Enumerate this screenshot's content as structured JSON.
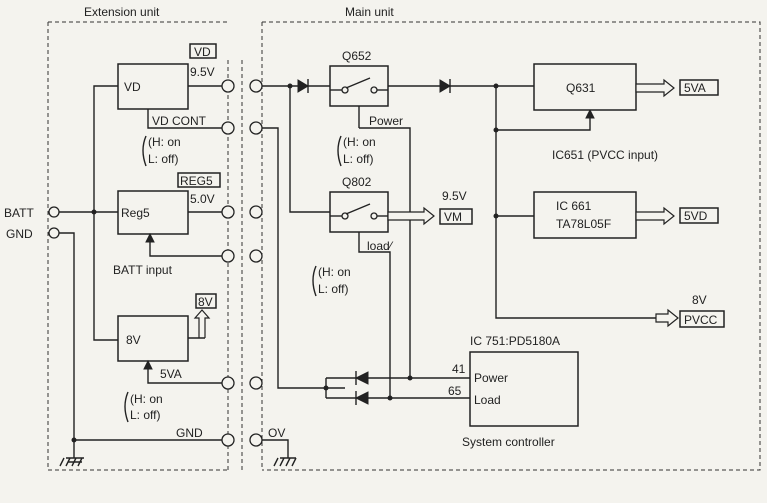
{
  "sections": {
    "extension": "Extension unit",
    "main": "Main unit"
  },
  "blocks": {
    "vd": "VD",
    "reg5": "Reg5",
    "eight_v": "8V",
    "q631": "Q631",
    "ic661_a": "IC 661",
    "ic661_b": "TA78L05F",
    "ic751_title": "IC 751:PD5180A",
    "sys_ctrl": "System controller",
    "pin41": "41",
    "pin65": "65",
    "power_pin": "Power",
    "load_pin": "Load"
  },
  "switches": {
    "q652": "Q652",
    "q802": "Q802",
    "power": "Power",
    "load": "load⁄"
  },
  "labels": {
    "vd_tag": "VD",
    "reg5_tag": "REG5",
    "v95": "9.5V",
    "v50": "5.0V",
    "vd_cont": "VD CONT",
    "batt_input": "BATT input",
    "eight_v_tag": "8V",
    "fiveva_in": "5VA",
    "gnd_bottom": "GND",
    "ov": "OV",
    "batt": "BATT",
    "gnd": "GND",
    "ic651": "IC651 (PVCC input)",
    "vm_volt": "9.5V",
    "pvcc_volt": "8V",
    "h_on": "(H: on",
    "l_off": "L: off)"
  },
  "outputs": {
    "vm": "VM",
    "fiveva": "5VA",
    "fivevd": "5VD",
    "pvcc": "PVCC"
  }
}
